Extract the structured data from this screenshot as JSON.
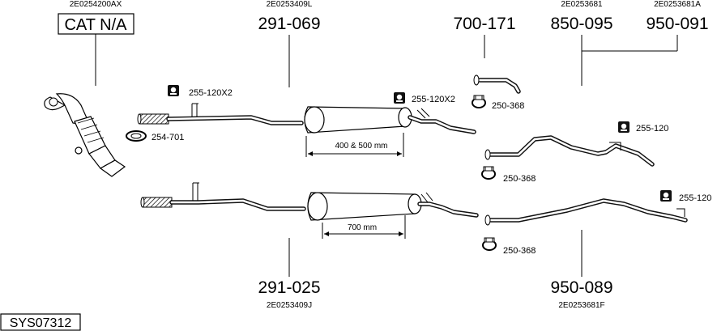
{
  "system_code": "SYS07312",
  "cat_label": "CAT N/A",
  "oe_numbers": {
    "cat": "2E0254200AX",
    "upper_pipe": "2E0253409L",
    "lower_pipe": "2E0253409J",
    "tail_a": "2E0253681",
    "tail_b": "2E0253681A",
    "tail_c": "2E0253681F"
  },
  "part_numbers": {
    "upper_pipe": "291-069",
    "lower_pipe": "291-025",
    "bend_pipe": "700-171",
    "tail_a": "850-095",
    "tail_b": "950-091",
    "tail_c": "950-089"
  },
  "fitting_labels": {
    "hanger_1": "255-120X2",
    "hanger_2": "255-120X2",
    "ring": "254-701",
    "clamp_1": "250-368",
    "hanger_3": "255-120",
    "clamp_2": "250-368",
    "hanger_4": "255-120",
    "clamp_3": "250-368"
  },
  "dimensions": {
    "upper": "400 & 500 mm",
    "lower": "700 mm"
  },
  "icons": [
    "hanger-icon",
    "clamp-icon",
    "ring-icon",
    "catalytic-converter-icon"
  ]
}
